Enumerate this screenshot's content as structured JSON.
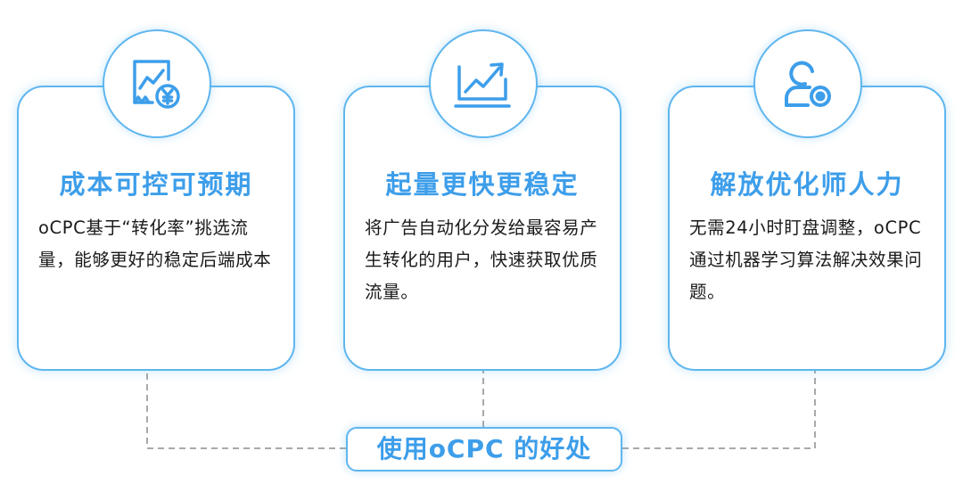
{
  "cards": [
    {
      "icon": "chart-invoice-yen-icon",
      "title": "成本可控可预期",
      "description": "oCPC基于“转化率”挑选流量，能够更好的稳定后端成本"
    },
    {
      "icon": "trending-chart-icon",
      "title": "起量更快更稳定",
      "description": "将广告自动化分发给最容易产生转化的用户，快速获取优质流量。"
    },
    {
      "icon": "user-gear-icon",
      "title": "解放优化师人力",
      "description": "无需24小时盯盘调整，oCPC通过机器学习算法解决效果问题。"
    }
  ],
  "benefit_label": "使用oCPC 的好处",
  "colors": {
    "accent": "#3d9eea",
    "border": "#5fb6ef",
    "connector": "#a9a9a9",
    "text": "#1a1a1a"
  }
}
